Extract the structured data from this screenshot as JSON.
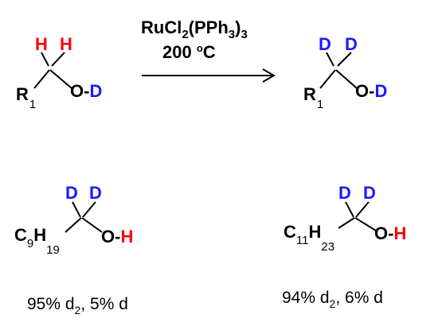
{
  "colors": {
    "hydrogen": "#ff0000",
    "deuterium": "#1a1aff",
    "text": "#000000",
    "bond": "#000000"
  },
  "reaction": {
    "catalyst": {
      "base": "RuCl",
      "sub1": "2",
      "group": "(PPh",
      "sub2": "3",
      "close": ")",
      "sub3": "3"
    },
    "temperature": {
      "value": "200 ",
      "degree": "o",
      "unit": "C"
    },
    "reactant": {
      "r_group": "R",
      "r_sub": "1",
      "h_left": "H",
      "h_right": "H",
      "oxygen": "O",
      "dash": "-",
      "end_atom": "D"
    },
    "product": {
      "r_group": "R",
      "r_sub": "1",
      "d_left": "D",
      "d_right": "D",
      "oxygen": "O",
      "dash": "-",
      "end_atom": "D"
    }
  },
  "examples": [
    {
      "chain_c": "C",
      "chain_c_sub": "9",
      "chain_h": "H",
      "chain_h_sub": "19",
      "d_left": "D",
      "d_right": "D",
      "oxygen": "O",
      "dash": "-",
      "end_atom": "H",
      "result_pre": "95% d",
      "result_sub": "2",
      "result_post": ", 5% d"
    },
    {
      "chain_c": "C",
      "chain_c_sub": "11",
      "chain_h": "H",
      "chain_h_sub": "23",
      "d_left": "D",
      "d_right": "D",
      "oxygen": "O",
      "dash": "-",
      "end_atom": "H",
      "result_pre": "94% d",
      "result_sub": "2",
      "result_post": ", 6% d"
    }
  ]
}
